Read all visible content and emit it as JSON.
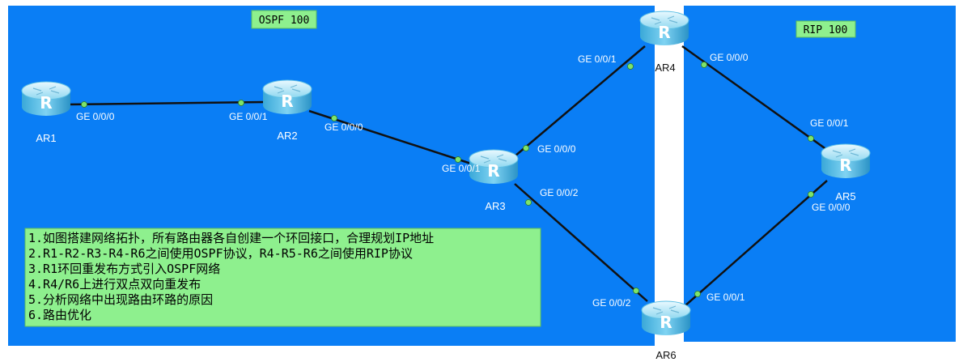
{
  "areas": {
    "ospf": {
      "label": "OSPF 100",
      "color": "#0a7ef5"
    },
    "rip": {
      "label": "RIP 100",
      "color": "#0a7ef5"
    },
    "tag_color": "#8ef08e"
  },
  "routers": {
    "ar1": {
      "label": "AR1",
      "icon": "router-icon"
    },
    "ar2": {
      "label": "AR2",
      "icon": "router-icon"
    },
    "ar3": {
      "label": "AR3",
      "icon": "router-icon"
    },
    "ar4": {
      "label": "AR4",
      "icon": "router-icon"
    },
    "ar5": {
      "label": "AR5",
      "icon": "router-icon"
    },
    "ar6": {
      "label": "AR6",
      "icon": "router-icon"
    }
  },
  "ports": {
    "ar1_g000": "GE 0/0/0",
    "ar2_g001": "GE 0/0/1",
    "ar2_g000": "GE 0/0/0",
    "ar3_g001": "GE 0/0/1",
    "ar3_g000": "GE 0/0/0",
    "ar3_g002": "GE 0/0/2",
    "ar4_g001": "GE 0/0/1",
    "ar4_g000": "GE 0/0/0",
    "ar5_g001": "GE 0/0/1",
    "ar5_g000": "GE 0/0/0",
    "ar6_g002": "GE 0/0/2",
    "ar6_g001": "GE 0/0/1"
  },
  "tasks": {
    "items": [
      "1.如图搭建网络拓扑，所有路由器各自创建一个环回接口，合理规划IP地址",
      "2.R1-R2-R3-R4-R6之间使用OSPF协议，R4-R5-R6之间使用RIP协议",
      "3.R1环回重发布方式引入OSPF网络",
      "4.R4/R6上进行双点双向重发布",
      "5.分析网络中出现路由环路的原因",
      "6.路由优化"
    ]
  }
}
